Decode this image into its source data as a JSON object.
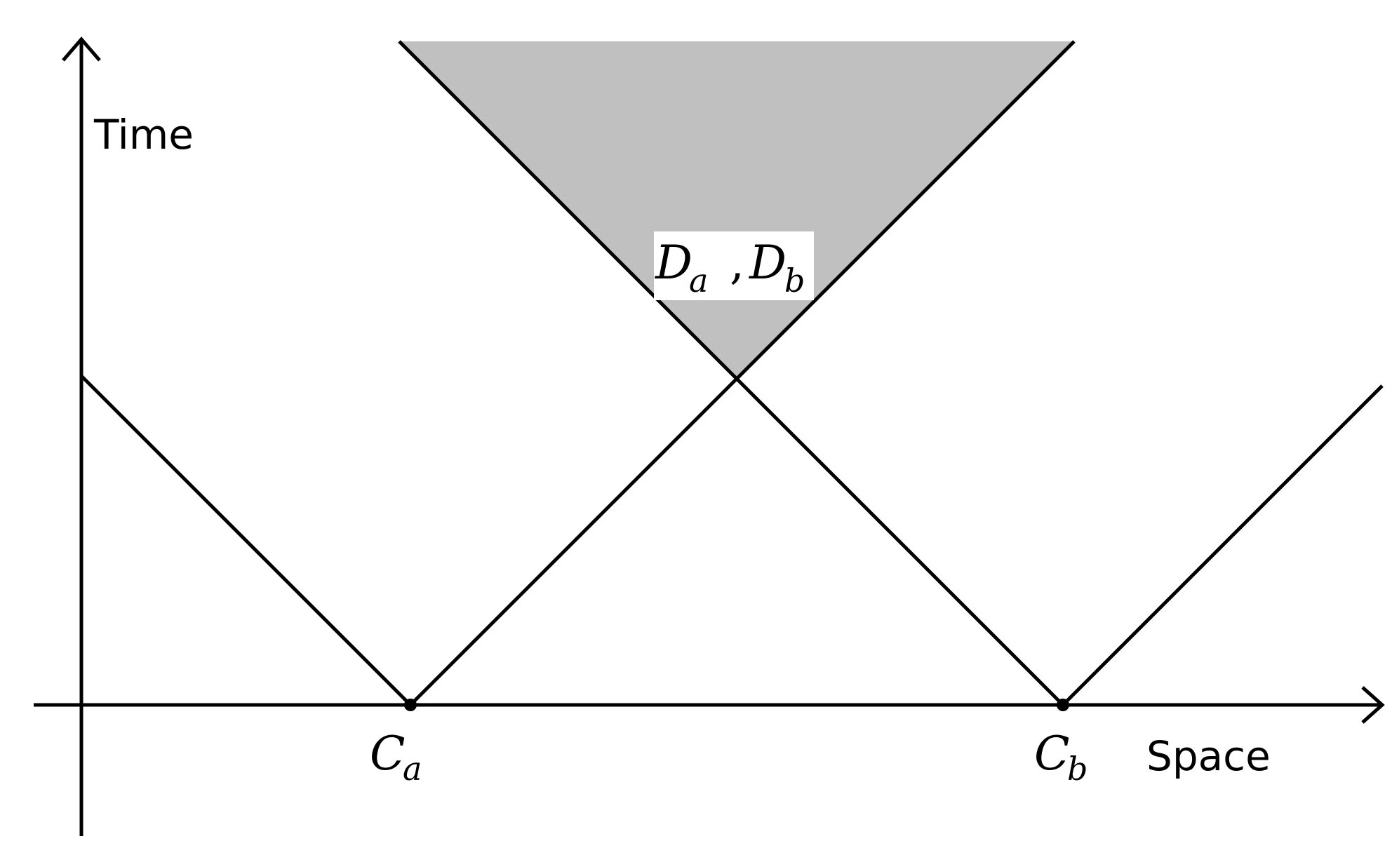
{
  "axes": {
    "time_label": "Time",
    "space_label": "Space"
  },
  "events": {
    "ca": {
      "main": "C",
      "sub": "a"
    },
    "cb": {
      "main": "C",
      "sub": "b"
    }
  },
  "intersection_label": {
    "first_main": "D",
    "first_sub": "a",
    "separator": ",",
    "second_main": "D",
    "second_sub": "b"
  },
  "colors": {
    "overlap_fill": "#c0c0c0",
    "stroke": "#000000",
    "background": "#ffffff"
  }
}
